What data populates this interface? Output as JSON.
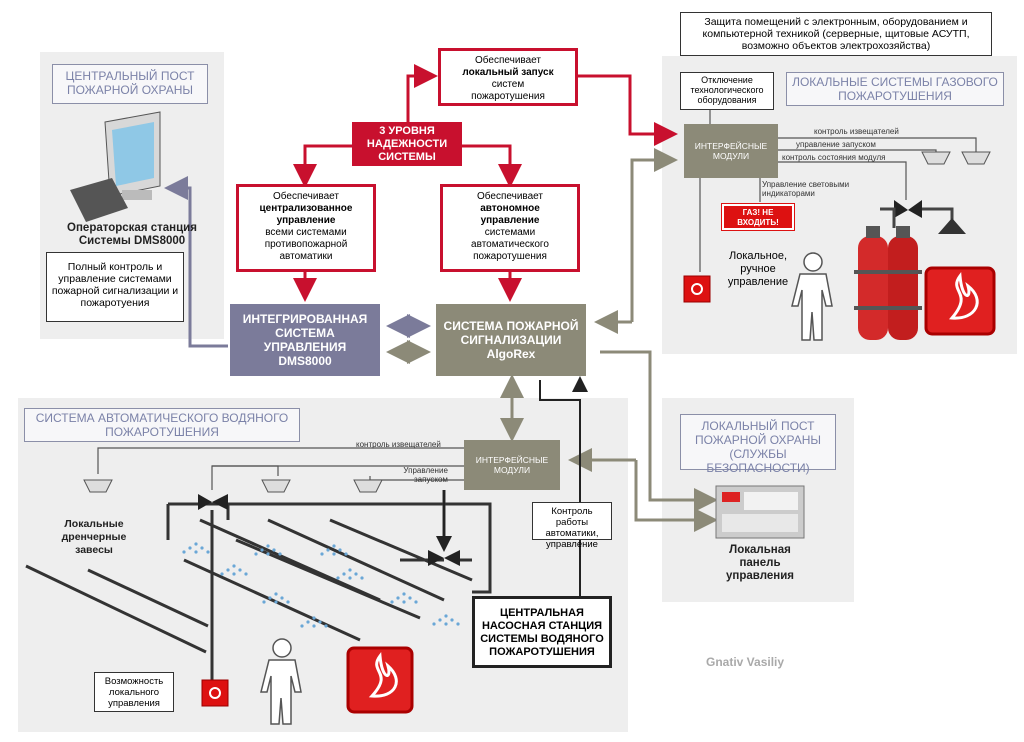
{
  "central_post": {
    "title": "ЦЕНТРАЛЬНЫЙ ПОСТ ПОЖАРНОЙ ОХРАНЫ"
  },
  "operator": {
    "line1": "Операторская станция",
    "line2": "Системы DMS8000"
  },
  "operator_note": "Полный контроль и управление системами пожарной сигнализации и пожаротуения",
  "dms": {
    "line1": "ИНТЕГРИРОВАННАЯ",
    "line2": "СИСТЕМА",
    "line3": "УПРАВЛЕНИЯ",
    "line4": "DMS8000"
  },
  "reliability": {
    "line1": "3 УРОВНЯ",
    "line2": "НАДЕЖНОСТИ",
    "line3": "СИСТЕМЫ"
  },
  "central_control": {
    "l1": "Обеспечивает",
    "l2": "централизованное",
    "l3": "управление",
    "l4": "всеми системами",
    "l5": "противопожарной",
    "l6": "автоматики"
  },
  "autonomous": {
    "l1": "Обеспечивает",
    "l2": "автономное",
    "l3": "управление",
    "l4": "системами",
    "l5": "автоматического",
    "l6": "пожаротушения"
  },
  "local_start": {
    "l1": "Обеспечивает",
    "l2": "локальный запуск",
    "l3": "систем",
    "l4": "пожаротушения"
  },
  "algorex": {
    "line1": "СИСТЕМА ПОЖАРНОЙ",
    "line2": "СИГНАЛИЗАЦИИ",
    "line3": "AlgoRex"
  },
  "protection_note": "Защита помещений с электронным, оборудованием и компьютерной техникой (серверные, щитовые АСУТП, возможно объектов электрохозяйства)",
  "gas": {
    "title": "ЛОКАЛЬНЫЕ СИСТЕМЫ ГАЗОВОГО ПОЖАРОТУШЕНИЯ",
    "tech_off": "Отключение технологического оборудования",
    "modules": "ИНТЕРФЕЙСНЫЕ МОДУЛИ",
    "ctrl_detectors": "контроль извещателей",
    "ctrl_start": "управление запуском",
    "ctrl_state": "контроль состояния модуля",
    "light_ctrl": "Управление световыми индикаторами",
    "warning": "ГАЗ! НЕ ВХОДИТЬ!",
    "manual_l1": "Локальное,",
    "manual_l2": "ручное",
    "manual_l3": "управление"
  },
  "water": {
    "title": "СИСТЕМА АВТОМАТИЧЕСКОГО ВОДЯНОГО ПОЖАРОТУШЕНИЯ",
    "modules": "ИНТЕРФЕЙСНЫЕ МОДУЛИ",
    "ctrl_detectors": "контроль извещателей",
    "ctrl_start_l1": "Управление",
    "ctrl_start_l2": "запуском",
    "curtains_l1": "Локальные",
    "curtains_l2": "дренчерные",
    "curtains_l3": "завесы",
    "automation_note": "Контроль работы автоматики, управление",
    "pump_l1": "ЦЕНТРАЛЬНАЯ",
    "pump_l2": "НАСОСНАЯ СТАНЦИЯ",
    "pump_l3": "СИСТЕМЫ ВОДЯНОГО",
    "pump_l4": "ПОЖАРОТУШЕНИЯ",
    "local_ctrl": "Возможность локального управления"
  },
  "security_post": {
    "title": "ЛОКАЛЬНЫЙ ПОСТ ПОЖАРНОЙ ОХРАНЫ (СЛУЖБЫ БЕЗОПАСНОСТИ)"
  },
  "local_panel": {
    "l1": "Локальная",
    "l2": "панель",
    "l3": "управления"
  },
  "author": "Gnativ Vasiliy",
  "colors": {
    "red": "#c8102e",
    "olive": "#8c8a78",
    "slate": "#7b7b9a",
    "panel": "#eeeeee"
  }
}
